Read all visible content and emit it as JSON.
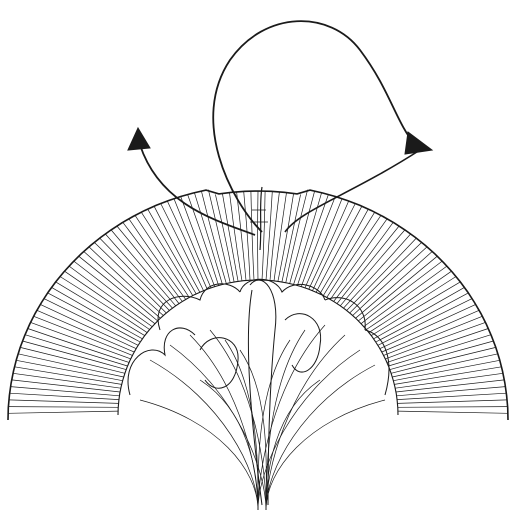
{
  "diagram": {
    "style": "black line engraving on white background",
    "ink_color": "#1a1a1a",
    "background_color": "#ffffff",
    "elements": [
      "hatched-arch-band",
      "inner-lobed-mass",
      "fanning-fibers",
      "loop-arrow-right",
      "arrow-left"
    ]
  }
}
